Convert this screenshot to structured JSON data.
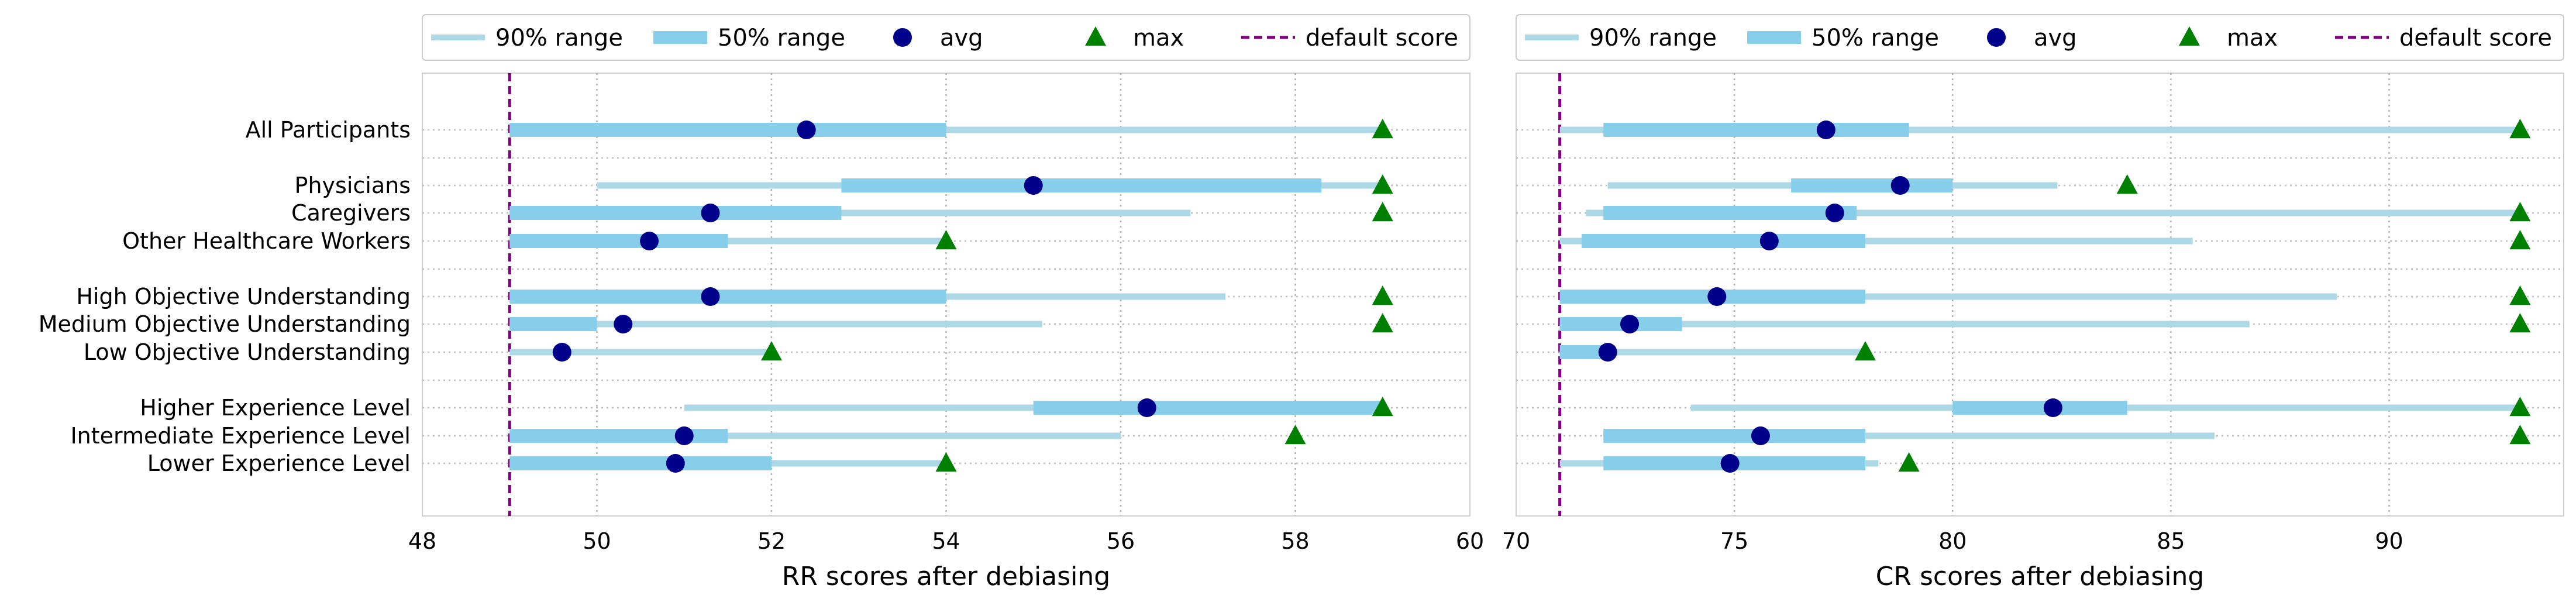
{
  "legend": {
    "range90": "90% range",
    "range50": "50% range",
    "avg": "avg",
    "max": "max",
    "default": "default score"
  },
  "colors": {
    "range90": "#add8e6",
    "range50": "#87ceeb",
    "avg": "#00008b",
    "max": "#008000",
    "default": "#800080"
  },
  "categories": [
    "All Participants",
    "Physicians",
    "Caregivers",
    "Other Healthcare Workers",
    "High Objective Understanding",
    "Medium Objective Understanding",
    "Low Objective Understanding",
    "Higher Experience Level",
    "Intermediate Experience Level",
    "Lower Experience Level"
  ],
  "chart_data": [
    {
      "type": "range-dot",
      "xlabel": "RR scores after debiasing",
      "xlim": [
        48,
        60
      ],
      "xticks": [
        48,
        50,
        52,
        54,
        56,
        58,
        60
      ],
      "default_score": 49,
      "grid": true,
      "legend_position": "top",
      "series": [
        {
          "category": "All Participants",
          "range90": [
            49,
            59
          ],
          "range50": [
            49,
            54
          ],
          "avg": 52.4,
          "max": 59
        },
        {
          "category": "Physicians",
          "range90": [
            50,
            59
          ],
          "range50": [
            52.8,
            58.3
          ],
          "avg": 55,
          "max": 59
        },
        {
          "category": "Caregivers",
          "range90": [
            49,
            56.8
          ],
          "range50": [
            49,
            52.8
          ],
          "avg": 51.3,
          "max": 59
        },
        {
          "category": "Other Healthcare Workers",
          "range90": [
            49,
            54
          ],
          "range50": [
            49,
            51.5
          ],
          "avg": 50.6,
          "max": 54
        },
        {
          "category": "High Objective Understanding",
          "range90": [
            49,
            57.2
          ],
          "range50": [
            49,
            54
          ],
          "avg": 51.3,
          "max": 59
        },
        {
          "category": "Medium Objective Understanding",
          "range90": [
            49,
            55.1
          ],
          "range50": [
            49,
            50
          ],
          "avg": 50.3,
          "max": 59
        },
        {
          "category": "Low Objective Understanding",
          "range90": [
            49,
            52
          ],
          "range50": [
            49,
            49
          ],
          "avg": 49.6,
          "max": 52
        },
        {
          "category": "Higher Experience Level",
          "range90": [
            51,
            59
          ],
          "range50": [
            55,
            59
          ],
          "avg": 56.3,
          "max": 59
        },
        {
          "category": "Intermediate Experience Level",
          "range90": [
            49,
            56
          ],
          "range50": [
            49,
            51.5
          ],
          "avg": 51,
          "max": 58
        },
        {
          "category": "Lower Experience Level",
          "range90": [
            49,
            54
          ],
          "range50": [
            49,
            52
          ],
          "avg": 50.9,
          "max": 54
        }
      ]
    },
    {
      "type": "range-dot",
      "xlabel": "CR scores after debiasing",
      "xlim": [
        70,
        94
      ],
      "xticks": [
        70,
        75,
        80,
        85,
        90
      ],
      "default_score": 71,
      "grid": true,
      "legend_position": "top",
      "series": [
        {
          "category": "All Participants",
          "range90": [
            71,
            93
          ],
          "range50": [
            72,
            79
          ],
          "avg": 77.1,
          "max": 93
        },
        {
          "category": "Physicians",
          "range90": [
            72.1,
            82.4
          ],
          "range50": [
            76.3,
            80
          ],
          "avg": 78.8,
          "max": 84
        },
        {
          "category": "Caregivers",
          "range90": [
            71.6,
            93
          ],
          "range50": [
            72,
            77.8
          ],
          "avg": 77.3,
          "max": 93
        },
        {
          "category": "Other Healthcare Workers",
          "range90": [
            71,
            85.5
          ],
          "range50": [
            71.5,
            78
          ],
          "avg": 75.8,
          "max": 93
        },
        {
          "category": "High Objective Understanding",
          "range90": [
            71,
            88.8
          ],
          "range50": [
            71,
            78
          ],
          "avg": 74.6,
          "max": 93
        },
        {
          "category": "Medium Objective Understanding",
          "range90": [
            71,
            86.8
          ],
          "range50": [
            71,
            73.8
          ],
          "avg": 72.6,
          "max": 93
        },
        {
          "category": "Low Objective Understanding",
          "range90": [
            71,
            78
          ],
          "range50": [
            71,
            72
          ],
          "avg": 72.1,
          "max": 78
        },
        {
          "category": "Higher Experience Level",
          "range90": [
            74,
            93
          ],
          "range50": [
            80,
            84
          ],
          "avg": 82.3,
          "max": 93
        },
        {
          "category": "Intermediate Experience Level",
          "range90": [
            72,
            86
          ],
          "range50": [
            72,
            78
          ],
          "avg": 75.6,
          "max": 93
        },
        {
          "category": "Lower Experience Level",
          "range90": [
            71,
            78.3
          ],
          "range50": [
            72,
            78
          ],
          "avg": 74.9,
          "max": 79
        }
      ]
    }
  ]
}
